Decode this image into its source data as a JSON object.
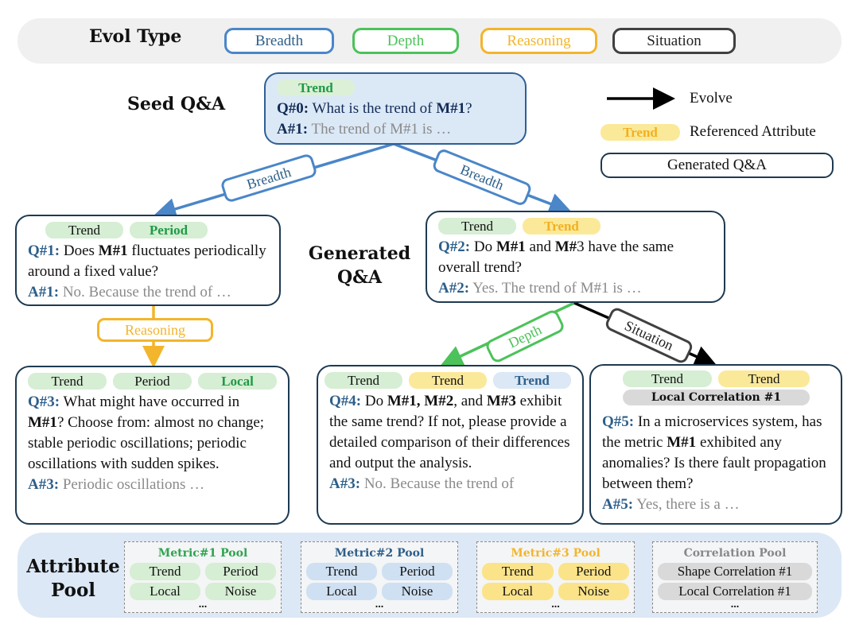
{
  "evol_type": {
    "title": "Evol Type",
    "types": [
      {
        "label": "Breadth",
        "color": "#4a86c8"
      },
      {
        "label": "Depth",
        "color": "#4cc25a"
      },
      {
        "label": "Reasoning",
        "color": "#f3b52c"
      },
      {
        "label": "Situation",
        "color": "#404040"
      }
    ]
  },
  "labels": {
    "seed": "Seed Q&A",
    "generated_line1": "Generated",
    "generated_line2": "Q&A",
    "pool_line1": "Attribute",
    "pool_line2": "Pool"
  },
  "legend": {
    "evolve": "Evolve",
    "referenced_tag": "Trend",
    "referenced": "Referenced Attribute",
    "generated": "Generated Q&A"
  },
  "edges": {
    "breadth_left": "Breadth",
    "breadth_right": "Breadth",
    "reasoning": "Reasoning",
    "depth": "Depth",
    "situation": "Situation"
  },
  "qa": {
    "seed": {
      "tags": [
        "Trend"
      ],
      "q_label": "Q#0:",
      "q_parts": [
        "What is the trend of ",
        "M#1",
        "?"
      ],
      "a_label": "A#1:",
      "a_text": "The trend of M#1 is …"
    },
    "q1": {
      "tags": [
        "Trend",
        "Period"
      ],
      "q_label": "Q#1:",
      "q_parts": [
        "Does ",
        "M#1",
        " fluctuates periodically around a fixed value?"
      ],
      "a_label": "A#1:",
      "a_text": "No. Because the trend of …"
    },
    "q2": {
      "tags": [
        "Trend",
        "Trend"
      ],
      "q_label": "Q#2:",
      "q_parts": [
        "Do ",
        "M#1",
        " and ",
        "M#",
        "3 have the same overall trend?"
      ],
      "a_label": "A#2:",
      "a_text": "Yes. The trend of M#1 is …"
    },
    "q3": {
      "tags": [
        "Trend",
        "Period",
        "Local"
      ],
      "q_label": "Q#3:",
      "q_parts": [
        "What might have occurred in ",
        "M#1",
        "? Choose from: almost no change; stable periodic oscillations; periodic oscillations with sudden spikes."
      ],
      "a_label": "A#3:",
      "a_text": "Periodic oscillations …"
    },
    "q4": {
      "tags": [
        "Trend",
        "Trend",
        "Trend"
      ],
      "q_label": "Q#4:",
      "q_parts": [
        "Do ",
        "M#1, M#2",
        ", and ",
        "M#3",
        " exhibit the same trend? If not, please provide a detailed comparison of their differences and output the analysis."
      ],
      "a_label": "A#3:",
      "a_text": "No. Because the trend of"
    },
    "q5": {
      "tags": [
        "Trend",
        "Trend",
        "Local  Correlation #1"
      ],
      "q_label": "Q#5:",
      "q_parts": [
        "In a microservices system, has the metric ",
        "M#1",
        " exhibited any anomalies? Is there fault propagation between them?"
      ],
      "a_label": "A#5:",
      "a_text": "Yes, there is a …"
    }
  },
  "pools": [
    {
      "title": "Metric#1 Pool",
      "color": "#2ea44f",
      "items": [
        "Trend",
        "Period",
        "Local",
        "Noise"
      ],
      "more": "..."
    },
    {
      "title": "Metric#2 Pool",
      "color": "#2d5f8a",
      "items": [
        "Trend",
        "Period",
        "Local",
        "Noise"
      ],
      "more": "..."
    },
    {
      "title": "Metric#3 Pool",
      "color": "#f3b52c",
      "items": [
        "Trend",
        "Period",
        "Local",
        "Noise"
      ],
      "more": "..."
    },
    {
      "title": "Correlation Pool",
      "color": "#888888",
      "items": [
        "Shape Correlation #1",
        "Local  Correlation #1"
      ],
      "more": "..."
    }
  ]
}
